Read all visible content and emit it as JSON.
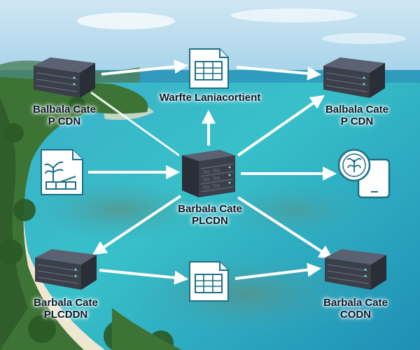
{
  "nodes": {
    "server_top_left": {
      "line1": "Balbala Cate",
      "line2": "P CDN"
    },
    "document_top": {
      "line1": "Warfte Laniacortient"
    },
    "server_top_right": {
      "line1": "Balbala Cate",
      "line2": "P CDN"
    },
    "server_center": {
      "line1": "Barbala Cate",
      "line2": "PLCDN"
    },
    "server_bottom_left": {
      "line1": "Barbala Cate",
      "line2": "PLCDDN"
    },
    "server_bottom_right": {
      "line1": "Barbala Cate",
      "line2": "CODN"
    }
  },
  "colors": {
    "server_body": "#3a3f4a",
    "server_top": "#555b68",
    "doc_stroke": "#1d6f86",
    "arrow": "#ffffff",
    "sky": "#b9dcef",
    "sea": "#2fb5c7",
    "island": "#3f7a3a",
    "sand": "#efe6cf"
  }
}
